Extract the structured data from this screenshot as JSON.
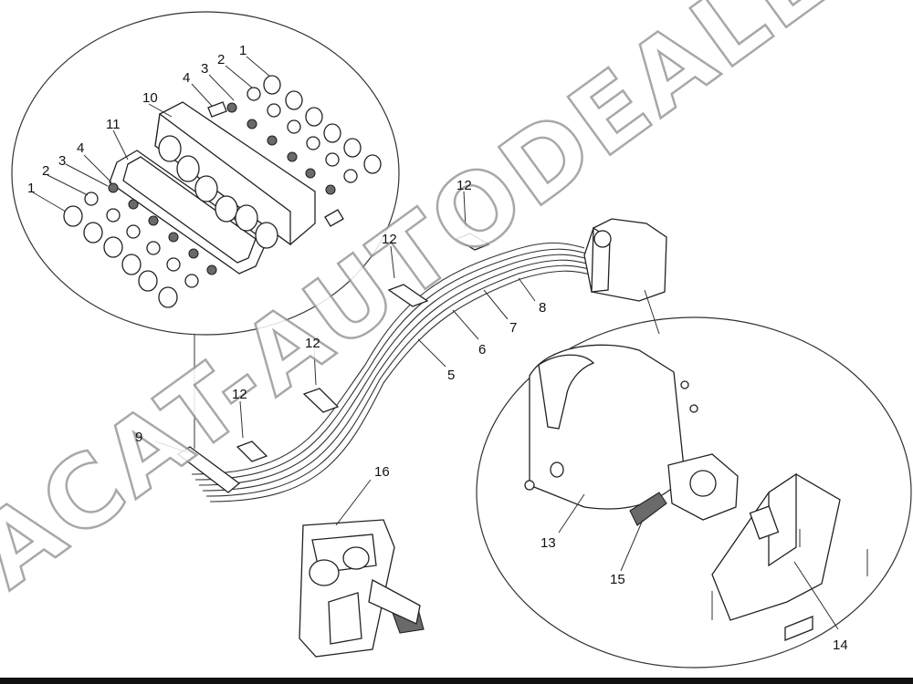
{
  "watermark": {
    "main": "ACAT-AUTODEALER.RU",
    "line1": "ACAT AUTODEALER.RU"
  },
  "callouts": [
    {
      "id": "c1a",
      "text": "1"
    },
    {
      "id": "c2a",
      "text": "2"
    },
    {
      "id": "c3a",
      "text": "3"
    },
    {
      "id": "c4a",
      "text": "4"
    },
    {
      "id": "c10",
      "text": "10"
    },
    {
      "id": "c11",
      "text": "11"
    },
    {
      "id": "c1b",
      "text": "1"
    },
    {
      "id": "c2b",
      "text": "2"
    },
    {
      "id": "c3b",
      "text": "3"
    },
    {
      "id": "c4b",
      "text": "4"
    },
    {
      "id": "c12a",
      "text": "12"
    },
    {
      "id": "c12b",
      "text": "12"
    },
    {
      "id": "c12c",
      "text": "12"
    },
    {
      "id": "c12d",
      "text": "12"
    },
    {
      "id": "c5",
      "text": "5"
    },
    {
      "id": "c6",
      "text": "6"
    },
    {
      "id": "c7",
      "text": "7"
    },
    {
      "id": "c8",
      "text": "8"
    },
    {
      "id": "c9",
      "text": "9"
    },
    {
      "id": "c16",
      "text": "16"
    },
    {
      "id": "c13",
      "text": "13"
    },
    {
      "id": "c15",
      "text": "15"
    },
    {
      "id": "c14",
      "text": "14"
    }
  ]
}
